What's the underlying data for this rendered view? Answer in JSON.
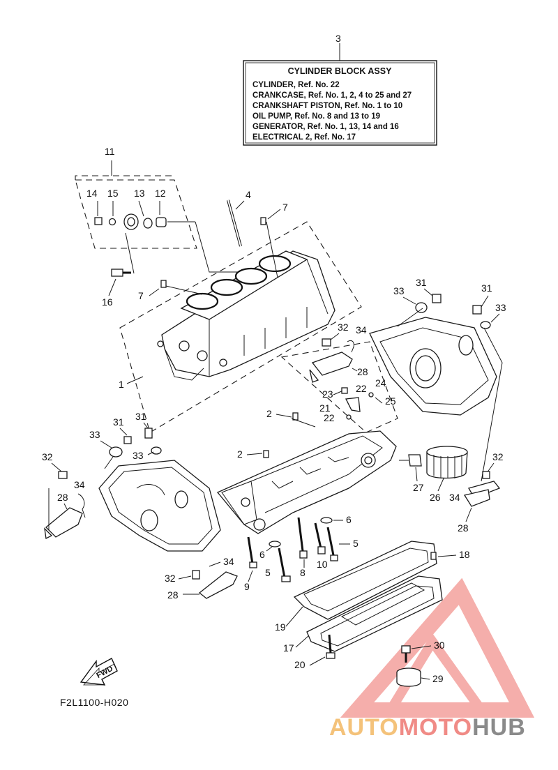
{
  "info_box": {
    "ref": "3",
    "title": "CYLINDER BLOCK ASSY",
    "lines": [
      "CYLINDER, Ref. No. 22",
      "CRANKCASE,  Ref. No. 1, 2, 4 to 25 and 27",
      "CRANKSHAFT PISTON,  Ref. No. 1 to 10",
      "OIL PUMP, Ref. No. 8 and 13 to 19",
      "GENERATOR,  Ref. No. 1, 13, 14 and 16",
      "ELECTRICAL 2, Ref. No. 17"
    ]
  },
  "callouts": {
    "c1": "1",
    "c2a": "2",
    "c2b": "2",
    "c4": "4",
    "c5a": "5",
    "c5b": "5",
    "c6a": "6",
    "c6b": "6",
    "c7a": "7",
    "c7b": "7",
    "c8": "8",
    "c9": "9",
    "c10": "10",
    "c11": "11",
    "c12": "12",
    "c13": "13",
    "c14": "14",
    "c15": "15",
    "c16": "16",
    "c17": "17",
    "c18": "18",
    "c19": "19",
    "c20": "20",
    "c21": "21",
    "c22a": "22",
    "c22b": "22",
    "c23": "23",
    "c24": "24",
    "c25": "25",
    "c26": "26",
    "c27": "27",
    "c28a": "28",
    "c28b": "28",
    "c28c": "28",
    "c28d": "28",
    "c29": "29",
    "c30": "30",
    "c31a": "31",
    "c31b": "31",
    "c31c": "31",
    "c31d": "31",
    "c32a": "32",
    "c32b": "32",
    "c32c": "32",
    "c32d": "32",
    "c33a": "33",
    "c33b": "33",
    "c33c": "33",
    "c33d": "33",
    "c34a": "34",
    "c34b": "34",
    "c34c": "34",
    "c34d": "34"
  },
  "fwd_label": "FWD",
  "diagram_code": "F2L1100-H020",
  "watermark": {
    "part1": "AUTO",
    "part2": "MOTO",
    "part3": "HUB",
    "color1": "#f4c27a",
    "color2": "#f08b86",
    "color3": "#8a8a8a"
  }
}
